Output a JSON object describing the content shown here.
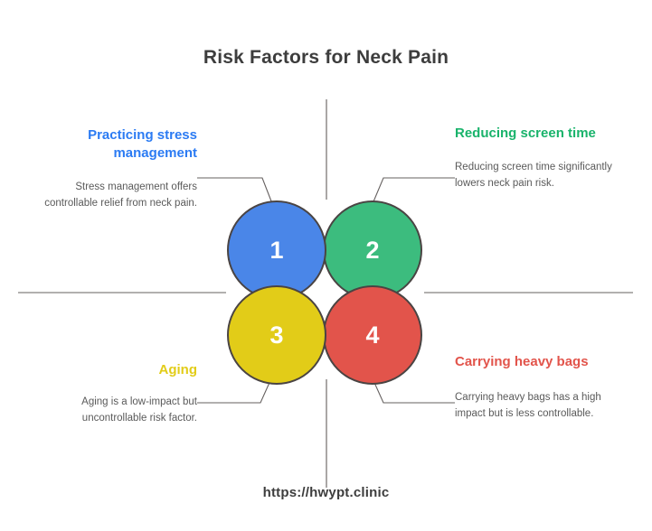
{
  "page": {
    "title": "Risk Factors for Neck Pain",
    "footer_url": "https://hwypt.clinic",
    "background": "#ffffff",
    "title_color": "#3d3d3d",
    "line_color": "#4a4443"
  },
  "items": [
    {
      "number": "1",
      "heading": "Practicing stress management",
      "body": "Stress management offers controllable relief from neck pain.",
      "color": "#4a86e8",
      "heading_color": "#2b7bf3",
      "position": "top-left"
    },
    {
      "number": "2",
      "heading": "Reducing screen time",
      "body": "Reducing screen time significantly lowers neck pain risk.",
      "color": "#3cbc7e",
      "heading_color": "#19b36b",
      "position": "top-right"
    },
    {
      "number": "3",
      "heading": "Aging",
      "body": "Aging is a low-impact but uncontrollable risk factor.",
      "color": "#e2cc18",
      "heading_color": "#e2cc18",
      "position": "bottom-left"
    },
    {
      "number": "4",
      "heading": "Carrying heavy bags",
      "body": "Carrying heavy bags has a high impact but is less controllable.",
      "color": "#e2544b",
      "heading_color": "#e2544b",
      "position": "bottom-right"
    }
  ]
}
